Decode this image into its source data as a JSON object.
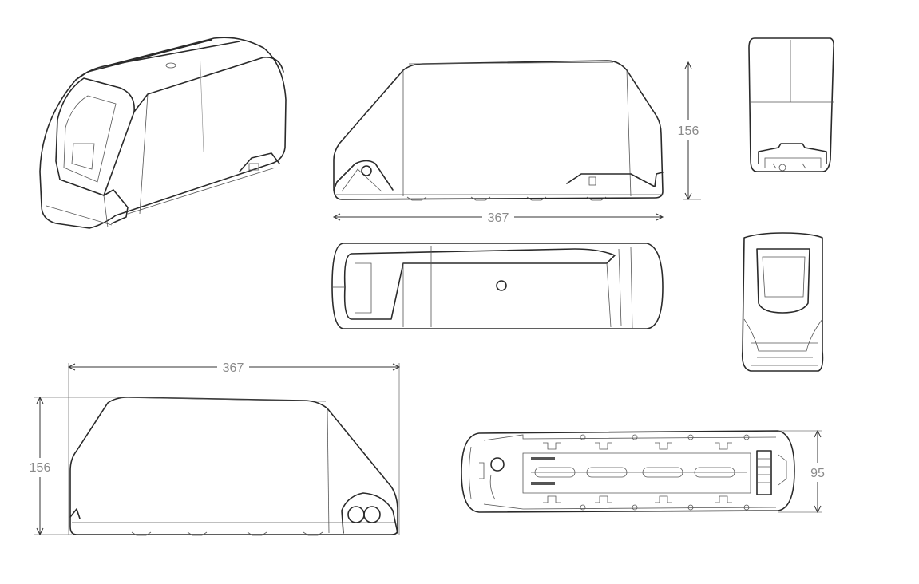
{
  "dimensions": {
    "side_length": "367",
    "side_height": "156",
    "side2_length": "367",
    "side2_height": "156",
    "bottom_width": "95"
  },
  "colors": {
    "line": "#2a2a2a",
    "dimension_text": "#8a8a8a",
    "background": "#ffffff"
  }
}
